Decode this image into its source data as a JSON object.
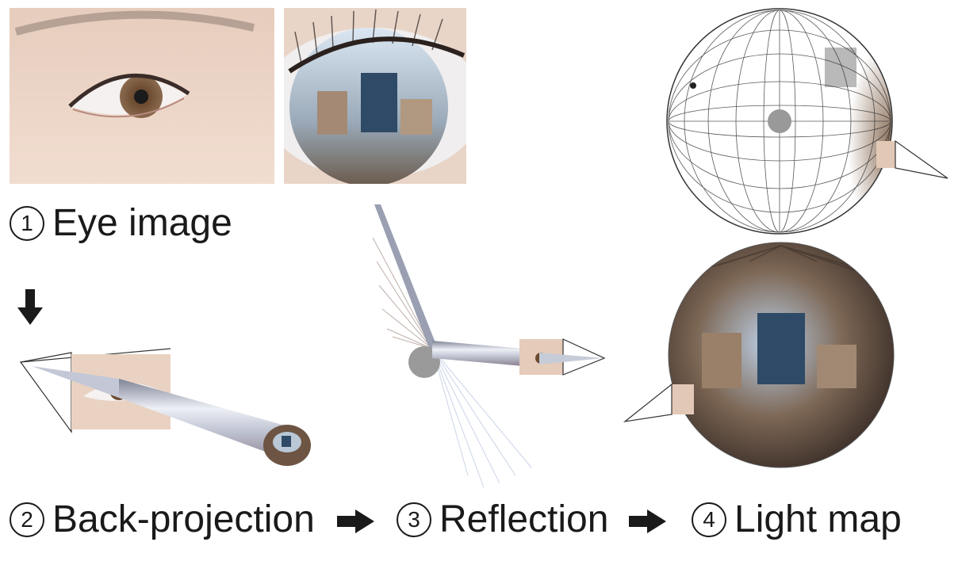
{
  "steps": [
    {
      "number": "1",
      "label": "Eye image"
    },
    {
      "number": "2",
      "label": "Back-projection"
    },
    {
      "number": "3",
      "label": "Reflection"
    },
    {
      "number": "4",
      "label": "Light map"
    }
  ],
  "colors": {
    "text": "#1a1a1a",
    "skin": "#e8c9b4",
    "iris": "#7a5a3e",
    "sky": "#c8d8ea",
    "building": "#2e4a66",
    "chrome": "#b9bfd0",
    "wire": "#222222"
  }
}
